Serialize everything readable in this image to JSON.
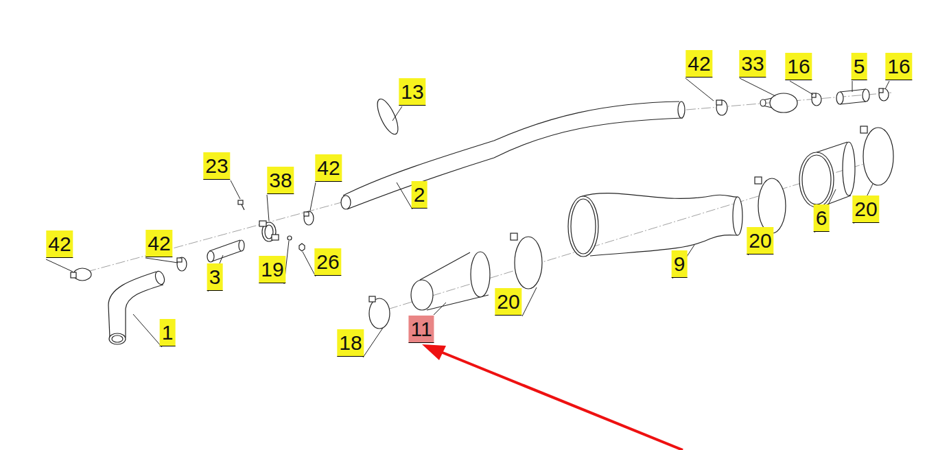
{
  "diagram": {
    "labels": [
      "42",
      "33",
      "16",
      "5",
      "16",
      "13",
      "23",
      "38",
      "42",
      "2",
      "6",
      "20",
      "20",
      "42",
      "42",
      "3",
      "19",
      "26",
      "9",
      "20",
      "1",
      "11",
      "18"
    ]
  }
}
